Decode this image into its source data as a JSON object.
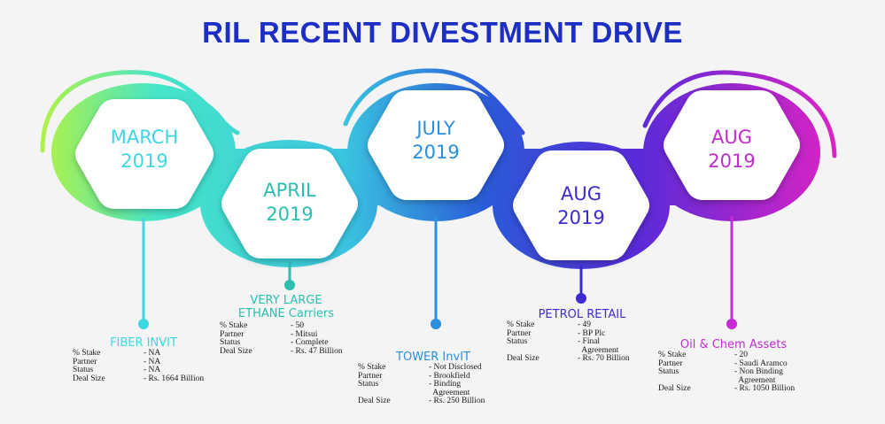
{
  "title": "RIL RECENT DIVESTMENT DRIVE",
  "colors": {
    "title": "#1c2ec4",
    "gradient": [
      "#b6f240",
      "#46e6c8",
      "#3aa7e0",
      "#2a46d6",
      "#6a28d8",
      "#d623c8"
    ],
    "milestones": [
      "#3fd6e4",
      "#2bbfb1",
      "#2a8fdc",
      "#3b2bd0",
      "#c42bd2"
    ]
  },
  "milestones": [
    {
      "month": "MARCH",
      "year": "2019",
      "heading": [
        "FIBER INVIT"
      ],
      "rows": [
        {
          "label": "% Stake",
          "value": "- NA"
        },
        {
          "label": "Partner",
          "value": "- NA"
        },
        {
          "label": "Status",
          "value": "- NA"
        },
        {
          "label": "Deal Size",
          "value": "- Rs. 1664 Billion"
        }
      ]
    },
    {
      "month": "APRIL",
      "year": "2019",
      "heading": [
        "VERY LARGE",
        "ETHANE Carriers"
      ],
      "rows": [
        {
          "label": "% Stake",
          "value": "- 50"
        },
        {
          "label": "Partner",
          "value": "- Mitsui"
        },
        {
          "label": "Status",
          "value": "- Complete"
        },
        {
          "label": "Deal Size",
          "value": "- Rs. 47 Billion"
        }
      ]
    },
    {
      "month": "JULY",
      "year": "2019",
      "heading": [
        "TOWER InvIT"
      ],
      "rows": [
        {
          "label": "% Stake",
          "value": "- Not Disclosed"
        },
        {
          "label": "Partner",
          "value": "- Brookfield"
        },
        {
          "label": "Status",
          "value": "- Binding"
        },
        {
          "label": "",
          "value": "  Agreement"
        },
        {
          "label": "Deal Size",
          "value": "- Rs. 250 Billion"
        }
      ]
    },
    {
      "month": "AUG",
      "year": "2019",
      "heading": [
        "PETROL RETAIL"
      ],
      "rows": [
        {
          "label": "% Stake",
          "value": "- 49"
        },
        {
          "label": "Partner",
          "value": "- BP Plc"
        },
        {
          "label": "Status",
          "value": "- Final"
        },
        {
          "label": "",
          "value": "  Agreement"
        },
        {
          "label": "Deal Size",
          "value": "- Rs. 70 Billion"
        }
      ]
    },
    {
      "month": "AUG",
      "year": "2019",
      "heading": [
        "Oil & Chem Assets"
      ],
      "rows": [
        {
          "label": "% Stake",
          "value": "- 20"
        },
        {
          "label": "Partner",
          "value": "- Saudi Aramco"
        },
        {
          "label": "Status",
          "value": "- Non Binding"
        },
        {
          "label": "",
          "value": "  Agreement"
        },
        {
          "label": "Deal Size",
          "value": "- Rs. 1050 Billion"
        }
      ]
    }
  ]
}
